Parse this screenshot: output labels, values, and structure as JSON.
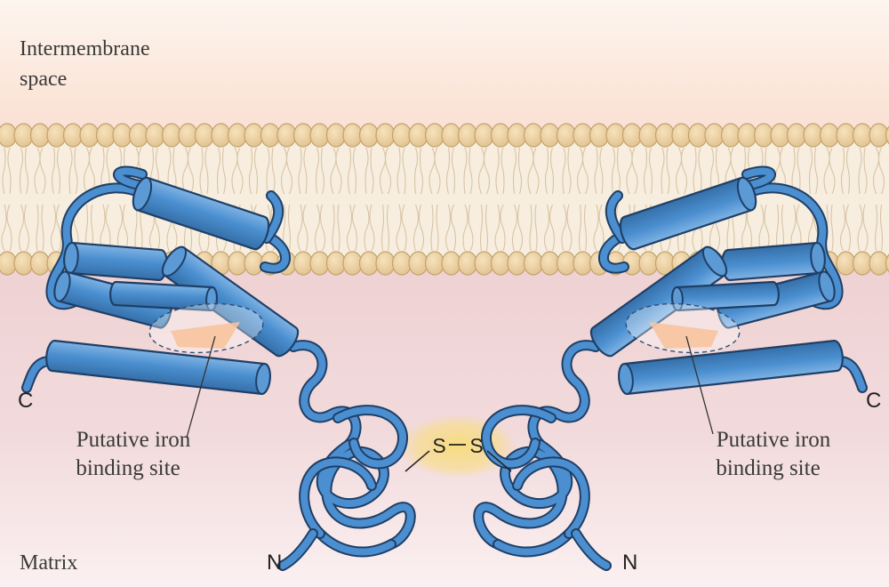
{
  "labels": {
    "compartment_top_line1": "Intermembrane",
    "compartment_top_line2": "space",
    "compartment_bottom": "Matrix",
    "left_site_line1": "Putative iron",
    "left_site_line2": "binding site",
    "right_site_line1": "Putative iron",
    "right_site_line2": "binding site",
    "left_c_term": "C",
    "right_c_term": "C",
    "left_n_term": "N",
    "right_n_term": "N",
    "disulfide_left_s": "S",
    "disulfide_right_s": "S"
  },
  "colors": {
    "protein": "#4b8fd0",
    "protein_outline": "#1f3f66",
    "lipid_head": "#ecd2a8",
    "lipid_head_outline": "#c2a36f",
    "membrane_core": "#f7eedf",
    "intermembrane_bg": "#fbe4d6",
    "matrix_bg": "#eecfd4",
    "iron_site": "#f3a56d",
    "disulfide_glow": "#f8dc7a"
  },
  "icons": {
    "helix": "cylinder-helix",
    "coil": "loop-coil",
    "membrane": "lipid-bilayer",
    "iron_site": "dashed-ellipse"
  }
}
